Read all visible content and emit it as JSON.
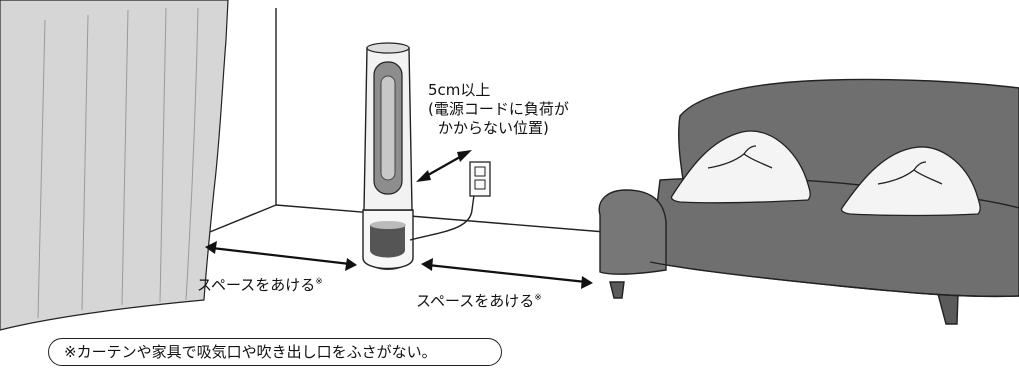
{
  "clearance_label": {
    "line1": "5cm以上",
    "line2": "(電源コードに負荷が",
    "line3": "かからない位置)"
  },
  "space_left_label": "スペースをあける",
  "space_right_label": "スペースをあける",
  "footnote_mark": "※",
  "footnote": "※カーテンや家具で吸気口や吹き出し口をふさがない。",
  "colors": {
    "curtain": "#d6d6d6",
    "sofa": "#6f6f6f",
    "sofa_dark": "#5a5a5a",
    "cushion": "#f4f4f4",
    "outline": "#222222"
  }
}
